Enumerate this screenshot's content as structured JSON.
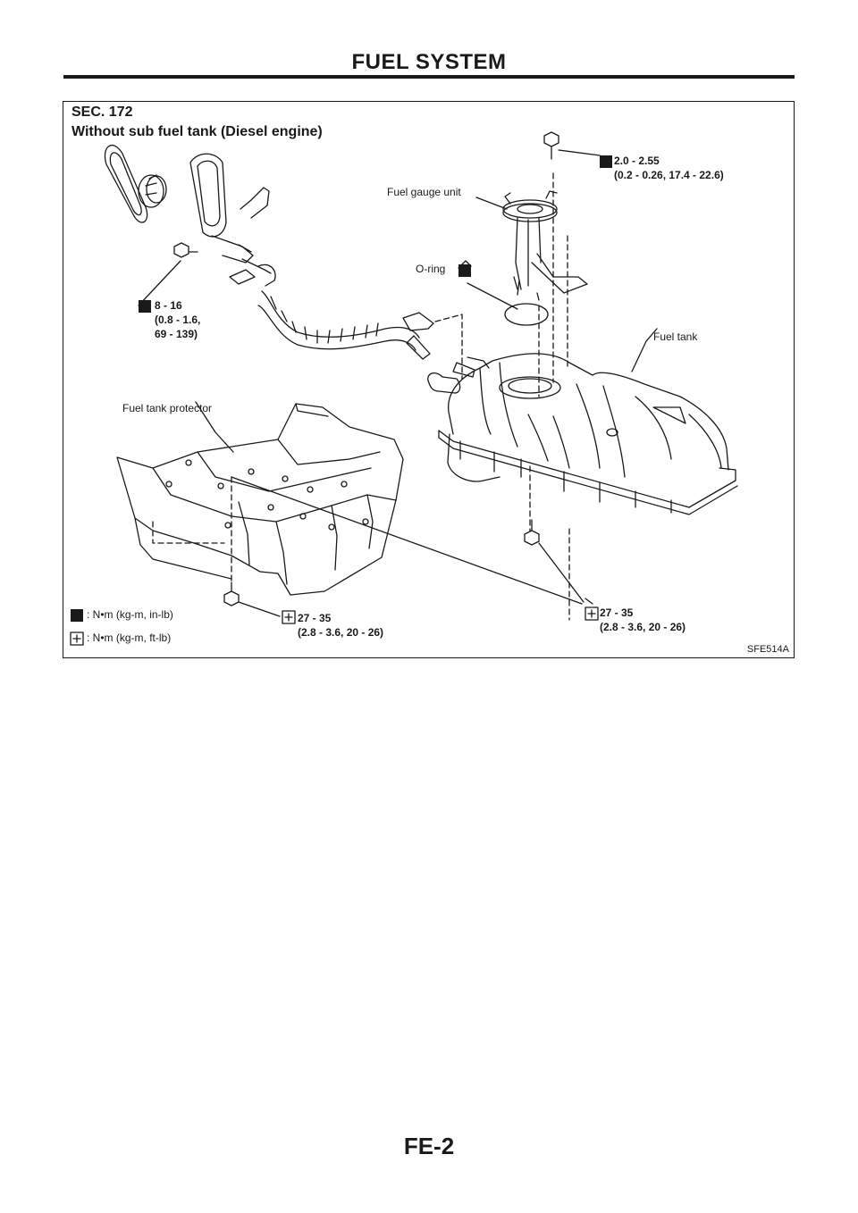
{
  "header": {
    "section_title": "FUEL SYSTEM"
  },
  "figure": {
    "section": "SEC. 172",
    "variant": "Without sub fuel tank (Diesel engine)",
    "labels": {
      "fuel_gauge_unit": "Fuel gauge unit",
      "o_ring": "O-ring",
      "fuel_tank": "Fuel tank",
      "fuel_tank_protector": "Fuel tank protector"
    },
    "torques": {
      "gauge_bolt": "2.0 - 2.55\n(0.2 - 0.26, 17.4 - 22.6)",
      "filler_bolt": "8 - 16\n(0.8 - 1.6,\n69 - 139)",
      "protector_bolt": "27 - 35\n(2.8 - 3.6, 20 - 26)",
      "tank_bolt": "27 - 35\n(2.8 - 3.6, 20 - 26)"
    },
    "legend": {
      "in_lb": ": N•m (kg-m, in-lb)",
      "ft_lb": ": N•m (kg-m, ft-lb)"
    },
    "code": "SFE514A"
  },
  "footer": {
    "page_number": "FE-2"
  }
}
